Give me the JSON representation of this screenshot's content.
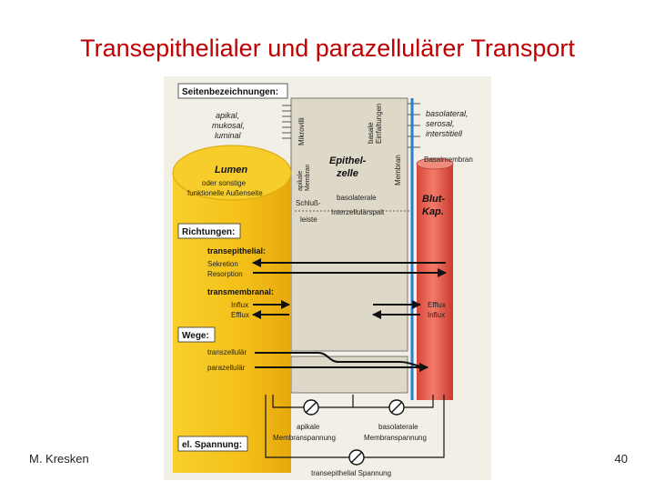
{
  "slide": {
    "title": "Transepithelialer und parazellulärer Transport",
    "author": "M. Kresken",
    "page": "40"
  },
  "diagram": {
    "sides_header": "Seitenbezeichnungen:",
    "apical_terms": [
      "apikal,",
      "mukosal,",
      "luminal"
    ],
    "microvilli": "Mikrovilli",
    "basal_infoldings": [
      "basale",
      "Einfaltungen"
    ],
    "basolateral_terms": [
      "basolateral,",
      "serosal,",
      "interstitiell"
    ],
    "basal_membrane": "Basalmembran",
    "lumen_title": "Lumen",
    "lumen_sub": [
      "oder sonstige",
      "funktionelle Außenseite"
    ],
    "apical_membrane": [
      "apikale",
      "Membran"
    ],
    "epithelial_cell": [
      "Epithel-",
      "zelle"
    ],
    "membrane": "Membran",
    "blood_capillary": [
      "Blut-",
      "Kap."
    ],
    "tight_junction": [
      "Schluß-",
      "leiste"
    ],
    "basolateral_label": "basolaterale",
    "intercellular_cleft": "Interzellulärspalt",
    "directions_header": "Richtungen:",
    "transepithelial": "transepithelial:",
    "secretion": "Sekretion",
    "resorption": "Resorption",
    "transmembrane": "transmembranal:",
    "influx": "Influx",
    "efflux": "Efflux",
    "efflux_right": "Efflux",
    "influx_right": "Influx",
    "ways_header": "Wege:",
    "transcellular": "transzellulär",
    "paracellular": "parazellulär",
    "voltage_header": "el. Spannung:",
    "apical_voltage": [
      "apikale",
      "Membranspannung"
    ],
    "basolateral_voltage": [
      "basolaterale",
      "Membranspannung"
    ],
    "transepithelial_voltage": "transepithelial Spannung"
  },
  "colors": {
    "title": "#c00000",
    "lumen": "#f5c518",
    "cell": "#ddd8c8",
    "capillary": "#e35a4a",
    "membrane_line": "#2a7fd4"
  }
}
